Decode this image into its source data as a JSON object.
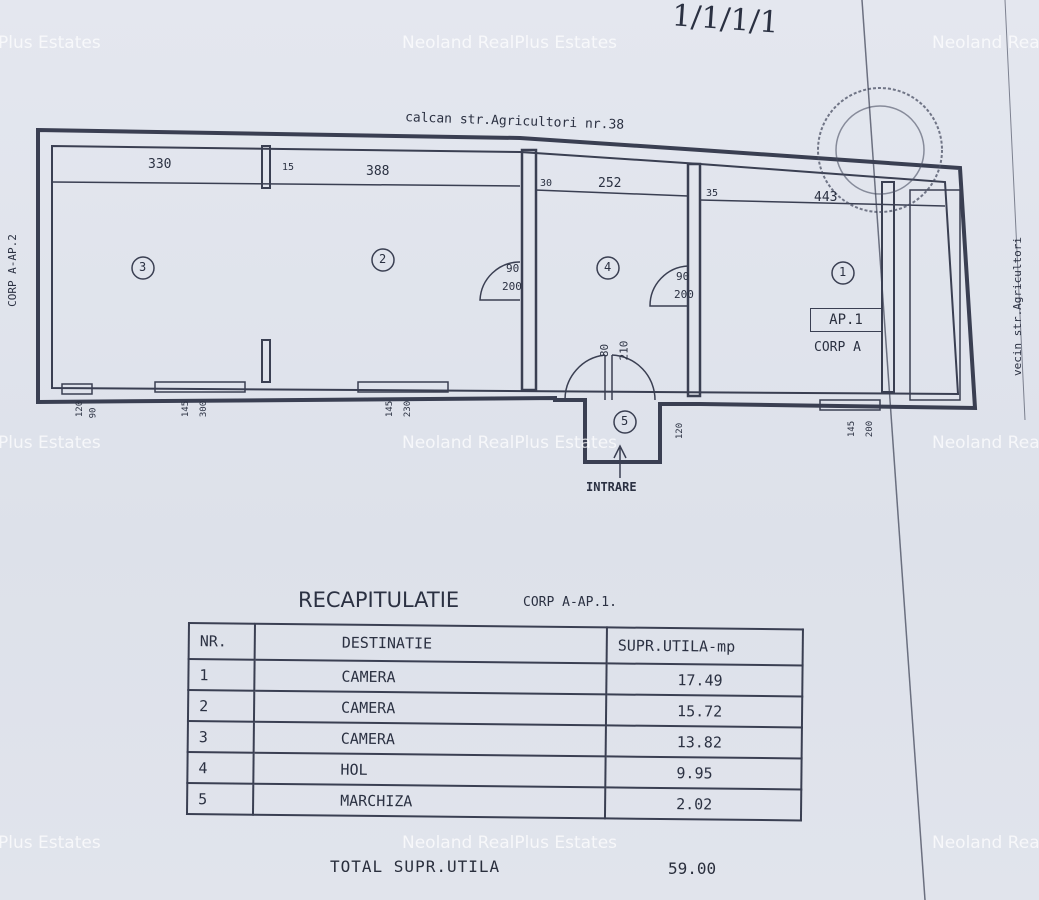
{
  "header": {
    "handwritten_note": "1/1/1/1"
  },
  "plan": {
    "street_label": "calcan str.Agricultori nr.38",
    "corp_left": "CORP A-AP.2",
    "neighbor_right": "vecin str.Agricultori",
    "ap_label": "AP.1",
    "corp_label": "CORP A",
    "entrance_label": "INTRARE",
    "dims": [
      "330",
      "15",
      "388",
      "30",
      "252",
      "35",
      "443"
    ],
    "room_numbers": [
      "1",
      "2",
      "3",
      "4",
      "5"
    ],
    "doors": [
      {
        "top": "90",
        "bottom": "200"
      },
      {
        "top": "90",
        "bottom": "200"
      },
      {
        "top": "80",
        "bottom": "210"
      }
    ],
    "windows": [
      {
        "top": "120",
        "bottom": "90"
      },
      {
        "top": "145",
        "bottom": "300"
      },
      {
        "top": "145",
        "bottom": "230"
      },
      {
        "top": "120",
        "bottom": ""
      },
      {
        "top": "145",
        "bottom": "200"
      }
    ]
  },
  "recap": {
    "title": "RECAPITULATIE",
    "subtitle": "CORP A-AP.1.",
    "headers": {
      "nr": "NR.",
      "dest": "DESTINATIE",
      "area": "SUPR.UTILA-mp"
    },
    "rows": [
      {
        "nr": "1",
        "dest": "CAMERA",
        "area": "17.49"
      },
      {
        "nr": "2",
        "dest": "CAMERA",
        "area": "15.72"
      },
      {
        "nr": "3",
        "dest": "CAMERA",
        "area": "13.82"
      },
      {
        "nr": "4",
        "dest": "HOL",
        "area": "9.95"
      },
      {
        "nr": "5",
        "dest": "MARCHIZA",
        "area": "2.02"
      }
    ],
    "total_label": "TOTAL SUPR.UTILA",
    "total_value": "59.00"
  },
  "watermark": {
    "text": "Neoland RealPlus Estates",
    "left_partial": "Plus Estates",
    "right_partial": "Neoland Rea"
  }
}
